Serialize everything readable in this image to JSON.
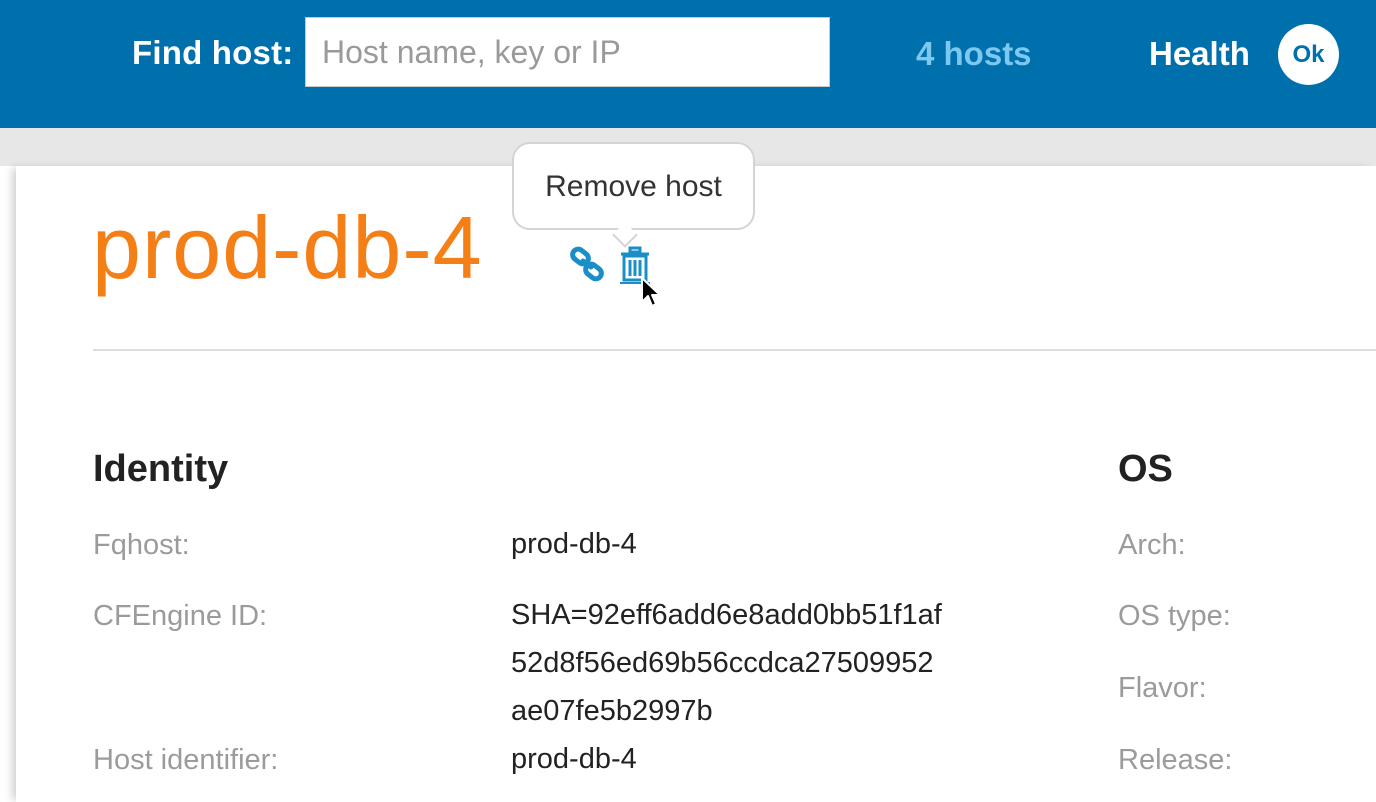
{
  "header": {
    "find_label": "Find host:",
    "search_placeholder": "Host name, key or IP",
    "search_value": "",
    "hosts_link": "4 hosts",
    "health_label": "Health",
    "health_status": "Ok"
  },
  "host": {
    "title": "prod-db-4",
    "tooltip": "Remove host"
  },
  "identity": {
    "title": "Identity",
    "fields": [
      {
        "label": "Fqhost:",
        "value": "prod-db-4"
      },
      {
        "label": "CFEngine ID:",
        "value": "SHA=92eff6add6e8add0bb51f1af",
        "value2": "52d8f56ed69b56ccdca27509952",
        "value3": "ae07fe5b2997b"
      },
      {
        "label": "Host identifier:",
        "value": "prod-db-4"
      }
    ]
  },
  "os": {
    "title": "OS",
    "fields": [
      {
        "label": "Arch:"
      },
      {
        "label": "OS type:"
      },
      {
        "label": "Flavor:"
      },
      {
        "label": "Release:"
      }
    ]
  },
  "colors": {
    "header_blue": "#0070ad",
    "title_orange": "#f57f17",
    "link_blue": "#7cc8ee",
    "icon_blue": "#1a8fc7"
  },
  "icons": [
    "link-icon",
    "trash-icon",
    "cursor-icon"
  ]
}
